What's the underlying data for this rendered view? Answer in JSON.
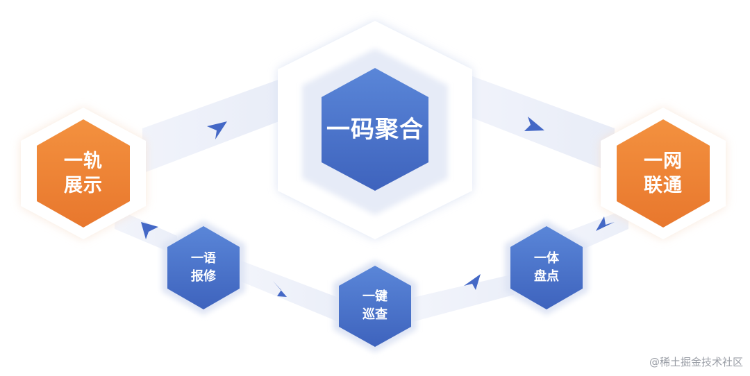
{
  "diagram": {
    "center": {
      "lines": [
        "一码聚合"
      ],
      "color": "#4a72c5"
    },
    "left": {
      "lines": [
        "一轨",
        "展示"
      ],
      "color": "#ee8437"
    },
    "right": {
      "lines": [
        "一网",
        "联通"
      ],
      "color": "#ee8437"
    },
    "bottom_left": {
      "lines": [
        "一语",
        "报修"
      ],
      "color": "#4a72c5"
    },
    "bottom_center": {
      "lines": [
        "一键",
        "巡查"
      ],
      "color": "#4a72c5"
    },
    "bottom_right": {
      "lines": [
        "一体",
        "盘点"
      ],
      "color": "#4a72c5"
    }
  },
  "colors": {
    "band": "#e9edf8",
    "arrow": "#3f64c4"
  },
  "watermark": "@稀土掘金技术社区"
}
